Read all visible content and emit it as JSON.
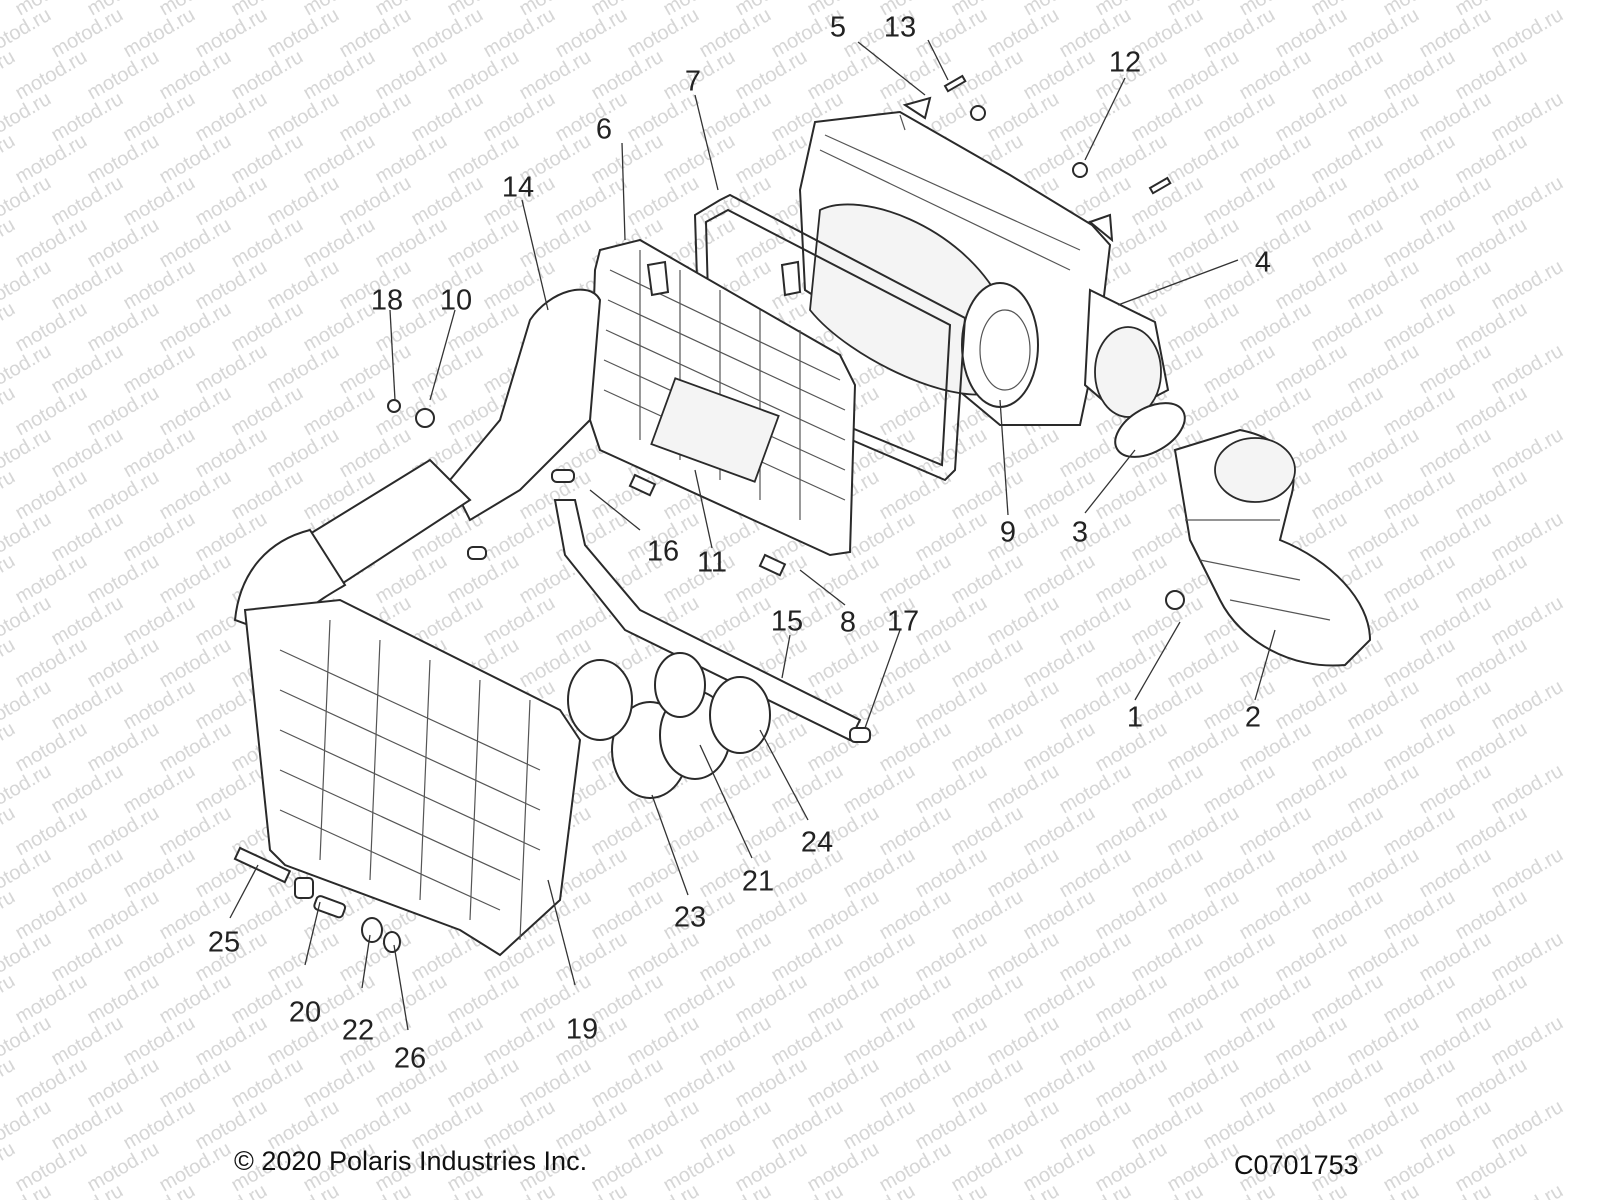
{
  "watermark": "motod.ru",
  "callouts": [
    "1",
    "2",
    "3",
    "4",
    "5",
    "6",
    "7",
    "8",
    "9",
    "10",
    "11",
    "12",
    "13",
    "14",
    "15",
    "16",
    "17",
    "18",
    "19",
    "20",
    "21",
    "22",
    "23",
    "24",
    "25",
    "26"
  ],
  "copyright": "© 2020 Polaris Industries Inc.",
  "drawing_code": "C0701753"
}
